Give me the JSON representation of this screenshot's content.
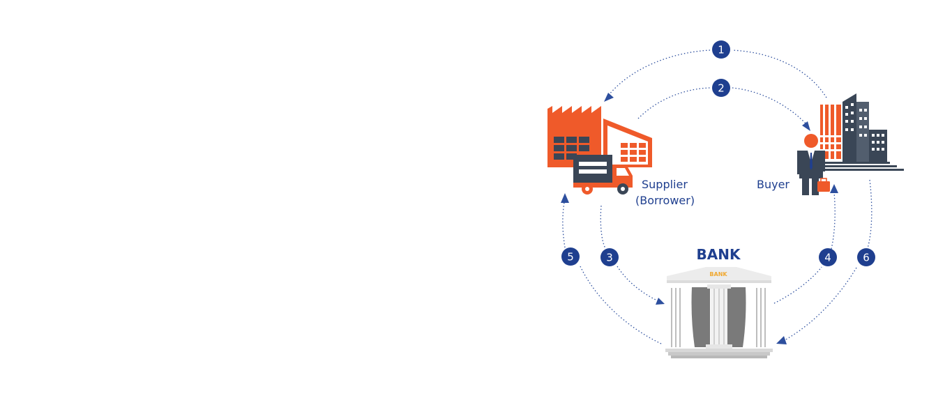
{
  "nodes": {
    "supplier_label_line1": "Supplier",
    "supplier_label_line2": "(Borrower)",
    "buyer_label": "Buyer",
    "bank_title": "BANK",
    "bank_sign": "BANK"
  },
  "steps": [
    "1",
    "2",
    "3",
    "4",
    "5",
    "6"
  ],
  "colors": {
    "accent_blue": "#1f3f8f",
    "flow_blue": "#2d4f9e",
    "orange": "#ef5a2a",
    "slate": "#3a4656",
    "bank_gray": "#7a7a7a"
  },
  "icons": [
    "factory-icon",
    "delivery-truck-icon",
    "office-buildings-icon",
    "businessman-icon",
    "briefcase-icon",
    "bank-building-icon"
  ]
}
